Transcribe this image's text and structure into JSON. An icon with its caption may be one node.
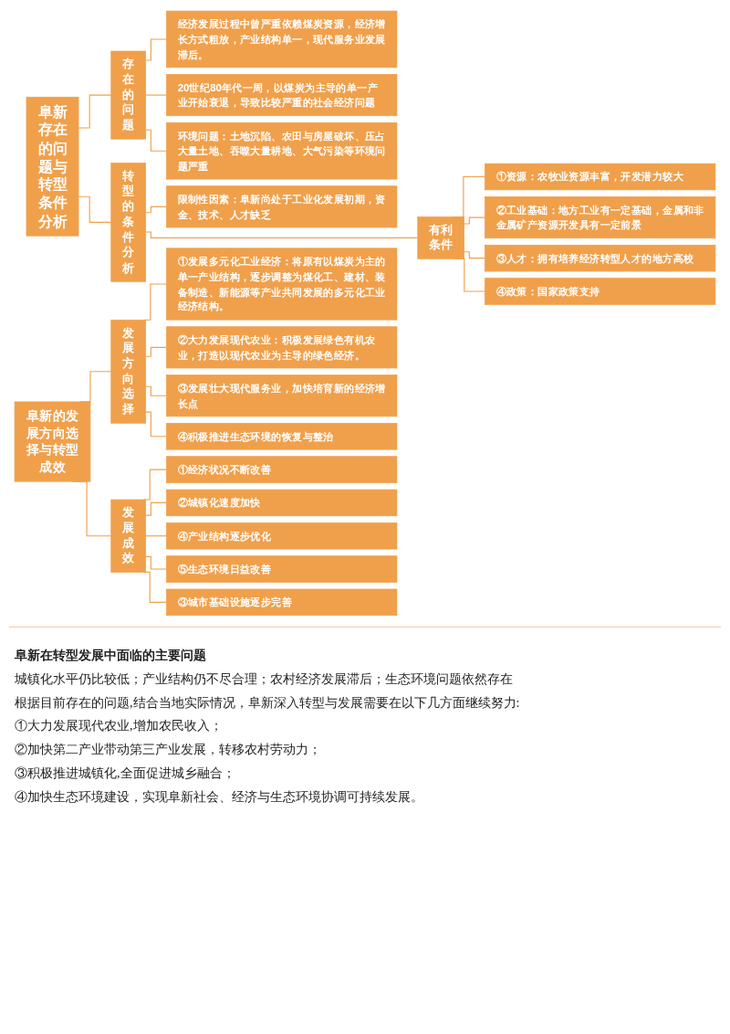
{
  "diagram": {
    "nodes": [
      {
        "text": [
          "阜新存在的问题与转型条件分析"
        ]
      },
      {
        "text": [
          "存在的问题"
        ]
      },
      {
        "text": [
          "经济发展过程中曾严重依赖煤炭资源，经济增长方式粗放，产业结构单一，现代服务业发展滞后。"
        ]
      },
      {
        "text": [
          "20世纪80年代一周，以煤炭为主导的单一产业开始衰退，导致比较严重的社会经济问题"
        ]
      },
      {
        "text": [
          "环境问题：土地沉陷、农田与房屋破坏、压占大量土地、吞噬大量耕地、大气污染等环境问题严重"
        ]
      },
      {
        "text": [
          "转型的条件分析"
        ]
      },
      {
        "text": [
          "限制性因素：阜新尚处于工业化发展初期，资金、技术、人才缺乏"
        ]
      },
      {
        "text": [
          "有利条件"
        ]
      },
      {
        "text": [
          "①资源：农牧业资源丰富，开发潜力较大"
        ]
      },
      {
        "text": [
          "②工业基础：地方工业有一定基础，金属和非金属矿产资源开发具有一定前景"
        ]
      },
      {
        "text": [
          "③人才：拥有培养经济转型人才的地方高校"
        ]
      },
      {
        "text": [
          "④政策：国家政策支持"
        ]
      },
      {
        "text": [
          "阜新的发展方向选择与转型成效"
        ]
      },
      {
        "text": [
          "发展方向选择"
        ]
      },
      {
        "text": [
          "①发展多元化工业经济：将原有以煤炭为主的单一产业结构，逐步调整为煤化工、建材、装备制造、新能源等产业共同发展的多元化工业经济结构。"
        ]
      },
      {
        "text": [
          "②大力发展现代农业：积极发展绿色有机农业，打造以现代农业为主导的绿色经济。"
        ]
      },
      {
        "text": [
          "③发展壮大现代服务业，加快培育新的经济增长点"
        ]
      },
      {
        "text": [
          "④积极推进生态环境的恢复与整治"
        ]
      },
      {
        "text": [
          "发展成效"
        ]
      },
      {
        "text": [
          "①经济状况不断改善"
        ]
      },
      {
        "text": [
          "②城镇化速度加快"
        ]
      },
      {
        "text": [
          "④产业结构逐步优化"
        ]
      },
      {
        "text": [
          "⑤生态环境日益改善"
        ]
      },
      {
        "text": [
          "③城市基础设施逐步完善"
        ]
      }
    ],
    "edges": [
      {
        "from": 0,
        "to": 1,
        "arrow": "none"
      },
      {
        "from": 0,
        "to": 5,
        "arrow": "none"
      },
      {
        "from": 1,
        "to": 2,
        "arrow": "none"
      },
      {
        "from": 1,
        "to": 3,
        "arrow": "none"
      },
      {
        "from": 1,
        "to": 4,
        "arrow": "none"
      },
      {
        "from": 5,
        "to": 6,
        "arrow": "none"
      },
      {
        "from": 5,
        "to": 7,
        "arrow": "none"
      },
      {
        "from": 7,
        "to": 8,
        "arrow": "none"
      },
      {
        "from": 7,
        "to": 9,
        "arrow": "none"
      },
      {
        "from": 7,
        "to": 10,
        "arrow": "none"
      },
      {
        "from": 7,
        "to": 11,
        "arrow": "none"
      },
      {
        "from": 12,
        "to": 13,
        "arrow": "none"
      },
      {
        "from": 12,
        "to": 18,
        "arrow": "none"
      },
      {
        "from": 13,
        "to": 14,
        "arrow": "none"
      },
      {
        "from": 13,
        "to": 15,
        "arrow": "none"
      },
      {
        "from": 13,
        "to": 16,
        "arrow": "none"
      },
      {
        "from": 13,
        "to": 17,
        "arrow": "none"
      },
      {
        "from": 18,
        "to": 19,
        "arrow": "none"
      },
      {
        "from": 18,
        "to": 20,
        "arrow": "none"
      },
      {
        "from": 18,
        "to": 21,
        "arrow": "none"
      },
      {
        "from": 18,
        "to": 22,
        "arrow": "none"
      },
      {
        "from": 18,
        "to": 23,
        "arrow": "none"
      }
    ],
    "labels": [
      "阜新在转型发展中面临的主要问题",
      "城镇化水平仍比较低；产业结构仍不尽合理；农村经济发展滞后；生态环境问题依然存在",
      "根据目前存在的问题,结合当地实际情况，阜新深入转型与发展需要在以下几方面继续努力:",
      "①大力发展现代农业,增加农民收入；",
      "②加快第二产业带动第三产业发展，转移农村劳动力；",
      "③积极推进城镇化,全面促进城乡融合；",
      "④加快生态环境建设，实现阜新社会、经济与生态环境协调可持续发展。"
    ]
  }
}
